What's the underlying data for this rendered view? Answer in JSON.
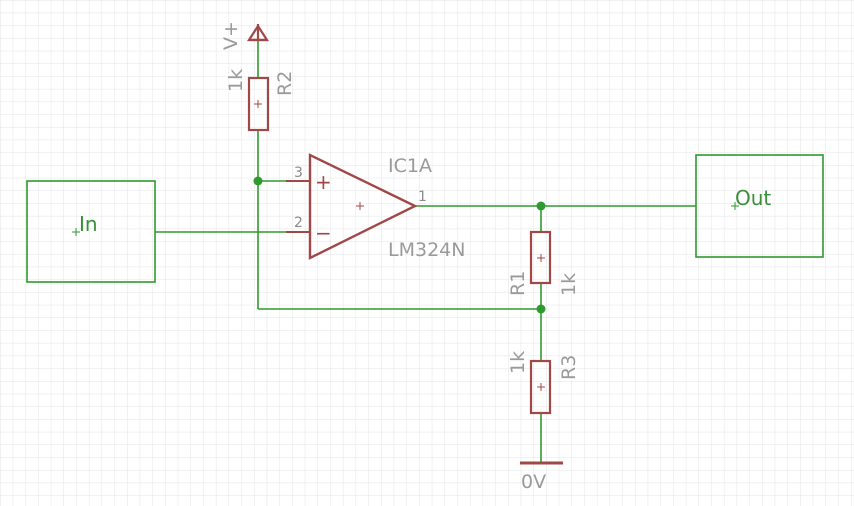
{
  "ports": {
    "input": "In",
    "output": "Out"
  },
  "opamp": {
    "name": "IC1A",
    "value": "LM324N",
    "pin_plus": "3",
    "pin_minus": "2",
    "pin_out": "1",
    "plus_sign": "+",
    "minus_sign": "−"
  },
  "resistors": {
    "r1": {
      "name": "R1",
      "value": "1k"
    },
    "r2": {
      "name": "R2",
      "value": "1k"
    },
    "r3": {
      "name": "R3",
      "value": "1k"
    }
  },
  "supply": {
    "vplus": "V+",
    "ground": "0V"
  },
  "colors": {
    "wire": "#2f9a2f",
    "component": "#a04848",
    "grid": "#e6e6e6",
    "text": "#9a9a9a"
  }
}
